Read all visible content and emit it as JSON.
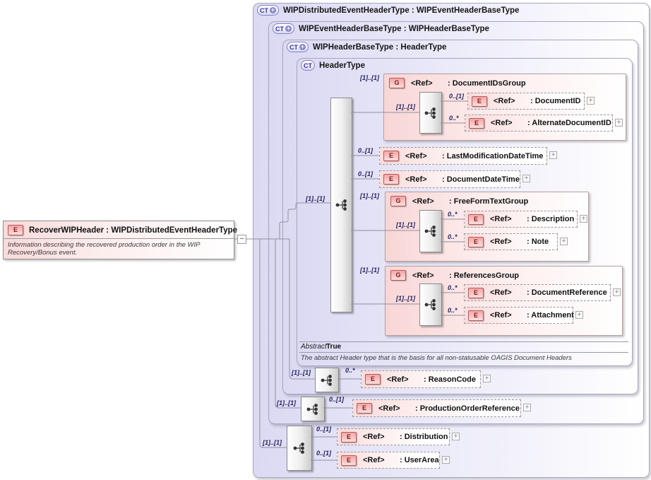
{
  "element_box": {
    "icon": "E",
    "title": "RecoverWIPHeader : WIPDistributedEventHeaderType",
    "annotation": "Information describing the recovered production order in the WIP Recovery/Bonus event.",
    "collapse_glyph": "−"
  },
  "type_frames": [
    {
      "badge": "CT",
      "plus": "+",
      "title": "WIPDistributedEventHeaderType : WIPEventHeaderBaseType"
    },
    {
      "badge": "CT",
      "plus": "+",
      "title": "WIPEventHeaderBaseType : WIPHeaderBaseType"
    },
    {
      "badge": "CT",
      "plus": "+",
      "title": "WIPHeaderBaseType : HeaderType"
    },
    {
      "badge": "CT",
      "plus": "",
      "title": "HeaderType"
    }
  ],
  "header_content": {
    "seq_cardinality": "[1]..[1]",
    "groups": [
      {
        "icon": "G",
        "ref": "<Ref>",
        "name": ": DocumentIDsGroup",
        "cardinality": "[1]..[1]",
        "inner_cardinality": "[1]..[1]",
        "children": [
          {
            "icon": "E",
            "ref": "<Ref>",
            "name": ": DocumentID",
            "cardinality": "0..[1]",
            "expand": "+"
          },
          {
            "icon": "E",
            "ref": "<Ref>",
            "name": ": AlternateDocumentID",
            "cardinality": "0..*",
            "expand": "+"
          }
        ]
      },
      {
        "icon": "G",
        "ref": "<Ref>",
        "name": ": FreeFormTextGroup",
        "cardinality": "[1]..[1]",
        "inner_cardinality": "[1]..[1]",
        "children": [
          {
            "icon": "E",
            "ref": "<Ref>",
            "name": ": Description",
            "cardinality": "0..*",
            "expand": "+"
          },
          {
            "icon": "E",
            "ref": "<Ref>",
            "name": ": Note",
            "cardinality": "0..*",
            "expand": "+"
          }
        ]
      },
      {
        "icon": "G",
        "ref": "<Ref>",
        "name": ": ReferencesGroup",
        "cardinality": "[1]..[1]",
        "inner_cardinality": "[1]..[1]",
        "children": [
          {
            "icon": "E",
            "ref": "<Ref>",
            "name": ": DocumentReference",
            "cardinality": "0..*",
            "expand": "+"
          },
          {
            "icon": "E",
            "ref": "<Ref>",
            "name": ": Attachment",
            "cardinality": "0..*",
            "expand": "+"
          }
        ]
      }
    ],
    "loose_elements": [
      {
        "icon": "E",
        "ref": "<Ref>",
        "name": ": LastModificationDateTime",
        "cardinality": "0..[1]",
        "expand": "+"
      },
      {
        "icon": "E",
        "ref": "<Ref>",
        "name": ": DocumentDateTime",
        "cardinality": "0..[1]",
        "expand": "+"
      }
    ],
    "abstract_label": "Abstract",
    "abstract_value": "True",
    "annotation": "The abstract Header type that is the basis for all non-statusable OAGIS Document Headers"
  },
  "derived_rows": [
    {
      "seq_cardinality": "[1]..[1]",
      "cardinality": "0..*",
      "icon": "E",
      "ref": "<Ref>",
      "name": ": ReasonCode",
      "expand": "+"
    },
    {
      "seq_cardinality": "[1]..[1]",
      "cardinality": "0..[1]",
      "icon": "E",
      "ref": "<Ref>",
      "name": ": ProductionOrderReference",
      "expand": "+"
    },
    {
      "seq_cardinality": "[1]..[1]",
      "children": [
        {
          "cardinality": "0..[1]",
          "icon": "E",
          "ref": "<Ref>",
          "name": ": Distribution",
          "expand": "+"
        },
        {
          "cardinality": "0..[1]",
          "icon": "E",
          "ref": "<Ref>",
          "name": ": UserArea",
          "expand": "+"
        }
      ]
    }
  ]
}
